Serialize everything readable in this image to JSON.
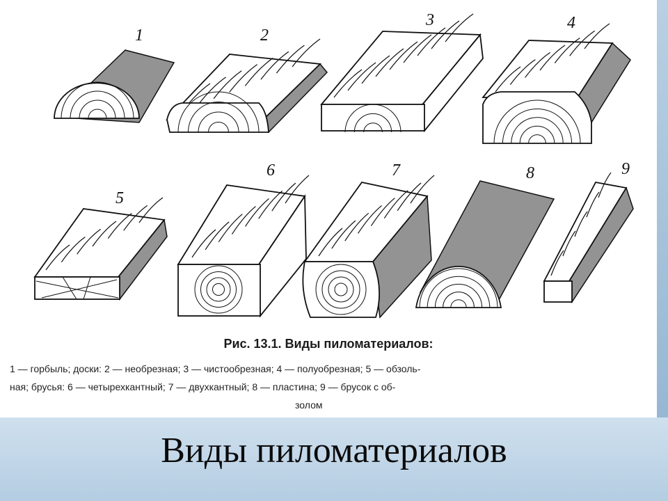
{
  "figure": {
    "items": [
      {
        "number": "1",
        "shape": "slab"
      },
      {
        "number": "2",
        "shape": "board-unedged"
      },
      {
        "number": "3",
        "shape": "board-edged"
      },
      {
        "number": "4",
        "shape": "board-half-edged"
      },
      {
        "number": "5",
        "shape": "board-wane"
      },
      {
        "number": "6",
        "shape": "beam-four"
      },
      {
        "number": "7",
        "shape": "beam-two"
      },
      {
        "number": "8",
        "shape": "half-log"
      },
      {
        "number": "9",
        "shape": "bar-wane"
      }
    ],
    "caption_title": "Рис. 13.1. Виды пиломатериалов:",
    "legend_lines": [
      "1 — горбыль;  доски:  2 — необрезная;  3 — чистообрезная;  4 — полуобрезная;  5 — обзоль-",
      "ная;  брусья:  6 — четырехкантный;  7 — двухкантный;  8 — пластина;  9 — брусок  с  об-",
      "золом"
    ]
  },
  "slide": {
    "title": "Виды пиломатериалов"
  },
  "colors": {
    "band": "#c6dbeb",
    "ink": "#111111"
  }
}
